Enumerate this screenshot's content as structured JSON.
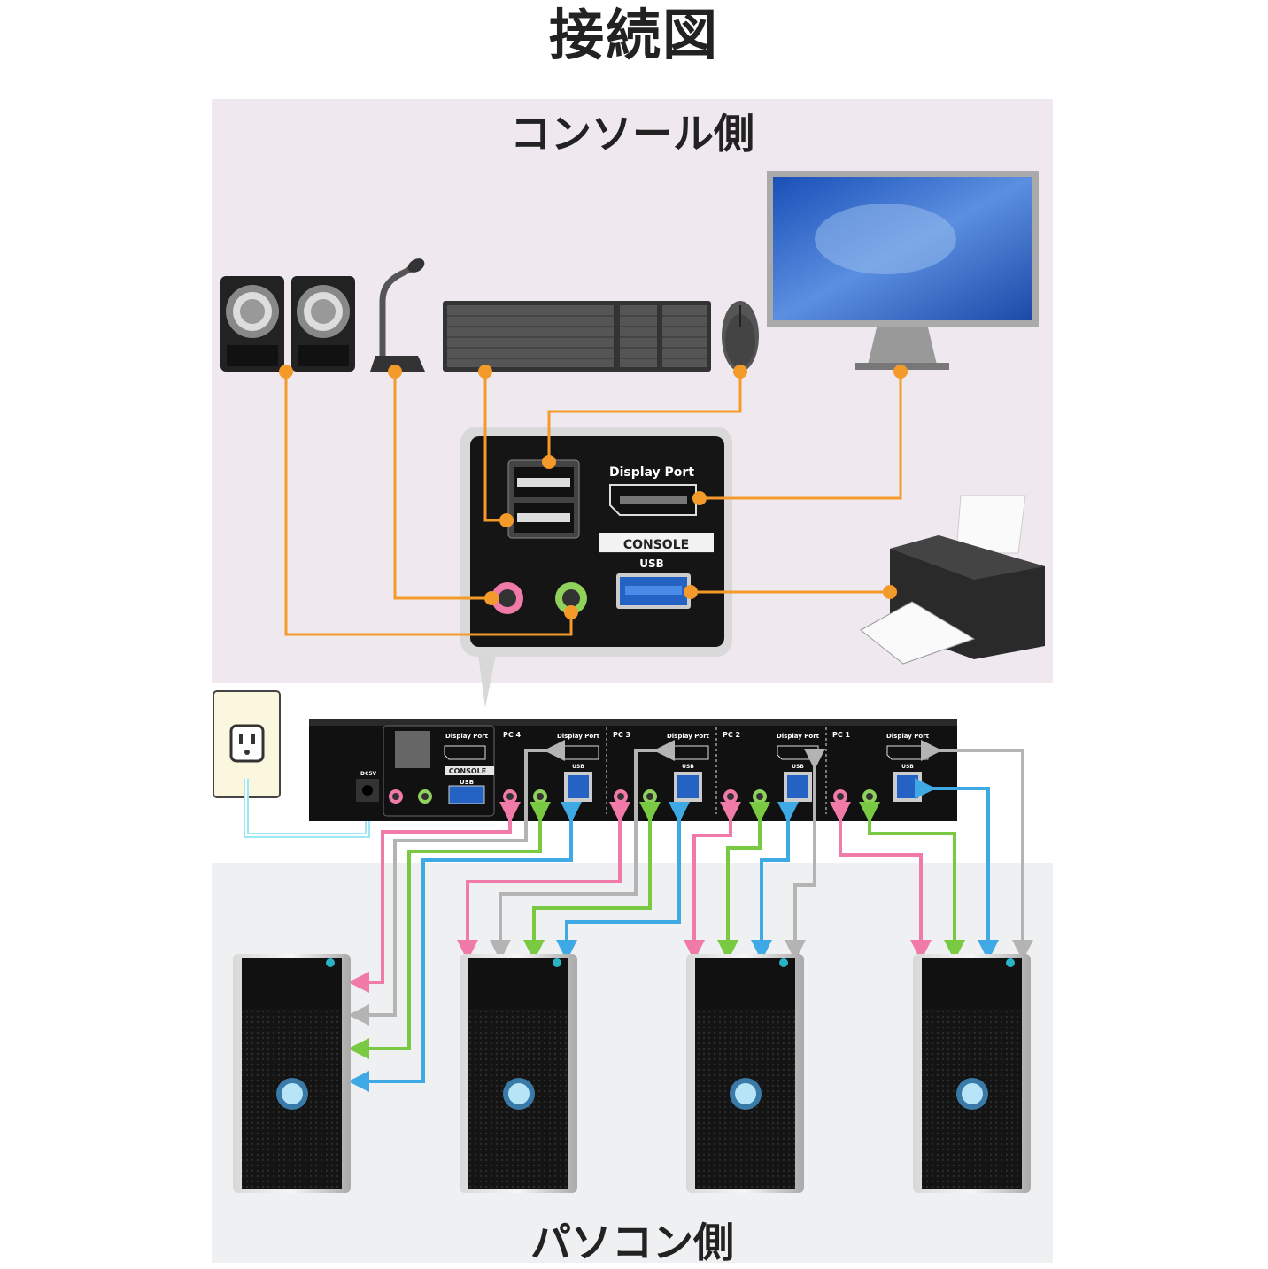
{
  "main_title": "接続図",
  "console_side_title": "コンソール側",
  "pc_side_title": "パソコン側",
  "console_panel": {
    "display_port": "Display Port",
    "console": "CONSOLE",
    "usb": "USB"
  },
  "kvm": {
    "pc_ports": [
      {
        "label": "PC 4",
        "dp": "Display Port",
        "usb": "USB"
      },
      {
        "label": "PC 3",
        "dp": "Display Port",
        "usb": "USB"
      },
      {
        "label": "PC 2",
        "dp": "Display Port",
        "usb": "USB"
      },
      {
        "label": "PC 1",
        "dp": "Display Port",
        "usb": "USB"
      }
    ],
    "console_dp": "Display Port",
    "console": "CONSOLE",
    "console_usb": "USB",
    "dc_label": "DC5V"
  },
  "colors": {
    "console_cable": "#f39a2b",
    "mic_cable": "#f07aa8",
    "audio_cable": "#7ac943",
    "usb_cable": "#3fa9e6",
    "dp_cable": "#b4b4b4",
    "power_cable": "#9ee8f5",
    "console_bg": "#efe9ef",
    "pc_bg": "#eef0f1"
  },
  "icons": [
    "speaker-icon",
    "microphone-icon",
    "keyboard-icon",
    "mouse-icon",
    "monitor-icon",
    "printer-icon",
    "power-outlet-icon",
    "pc-tower-icon"
  ]
}
